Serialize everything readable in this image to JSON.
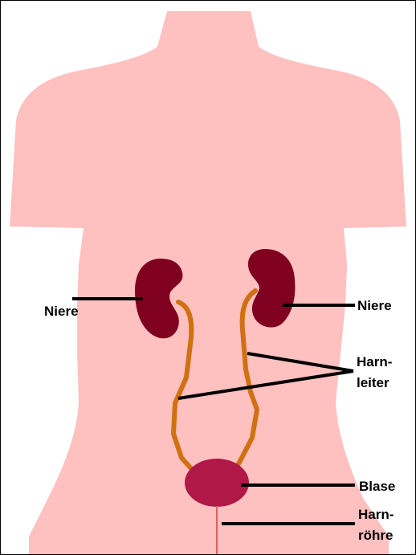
{
  "labels": {
    "kidney_left": "Niere",
    "kidney_right": "Niere",
    "ureter_line1": "Harn-",
    "ureter_line2": "leiter",
    "bladder": "Blase",
    "urethra_line1": "Harn-",
    "urethra_line2": "röhre"
  },
  "colors": {
    "body": "#FFC0C0",
    "kidney": "#800020",
    "ureter": "#D07010",
    "bladder": "#B01848",
    "urethra": "#E06060",
    "leader": "#000000",
    "frame": "#000000"
  }
}
